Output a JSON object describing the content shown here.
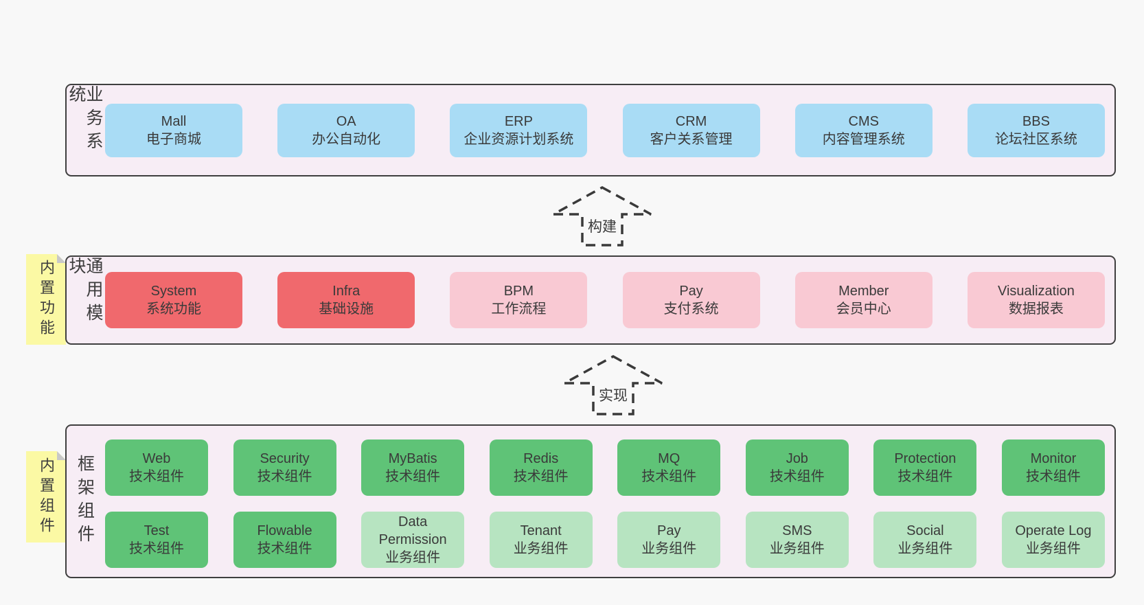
{
  "colors": {
    "page_bg": "#f8f8f8",
    "panel_bg": "#f7edf5",
    "panel_border": "#3f3f3f",
    "blue_box": "#a9dcf5",
    "red_box": "#f0696d",
    "pink_box": "#f9c9d3",
    "green_box": "#5fc377",
    "light_green_box": "#b7e4c1",
    "sticky_yellow": "#fbf9a4",
    "sticky_fold_gray": "#c8c8c8",
    "text": "#3d3d3d"
  },
  "arrows": [
    {
      "label": "构建"
    },
    {
      "label": "实现"
    }
  ],
  "stickies": [
    {
      "label": "内置功能"
    },
    {
      "label": "内置组件"
    }
  ],
  "layers": [
    {
      "label": "业务系统",
      "boxes": [
        {
          "name": "Mall",
          "desc": "电子商城"
        },
        {
          "name": "OA",
          "desc": "办公自动化"
        },
        {
          "name": "ERP",
          "desc": "企业资源计划系统"
        },
        {
          "name": "CRM",
          "desc": "客户关系管理"
        },
        {
          "name": "CMS",
          "desc": "内容管理系统"
        },
        {
          "name": "BBS",
          "desc": "论坛社区系统"
        }
      ]
    },
    {
      "label": "通用模块",
      "boxes": [
        {
          "name": "System",
          "desc": "系统功能"
        },
        {
          "name": "Infra",
          "desc": "基础设施"
        },
        {
          "name": "BPM",
          "desc": "工作流程"
        },
        {
          "name": "Pay",
          "desc": "支付系统"
        },
        {
          "name": "Member",
          "desc": "会员中心"
        },
        {
          "name": "Visualization",
          "desc": "数据报表"
        }
      ]
    },
    {
      "label": "框架组件",
      "rows": [
        [
          {
            "name": "Web",
            "desc": "技术组件"
          },
          {
            "name": "Security",
            "desc": "技术组件"
          },
          {
            "name": "MyBatis",
            "desc": "技术组件"
          },
          {
            "name": "Redis",
            "desc": "技术组件"
          },
          {
            "name": "MQ",
            "desc": "技术组件"
          },
          {
            "name": "Job",
            "desc": "技术组件"
          },
          {
            "name": "Protection",
            "desc": "技术组件"
          },
          {
            "name": "Monitor",
            "desc": "技术组件"
          }
        ],
        [
          {
            "name": "Test",
            "desc": "技术组件"
          },
          {
            "name": "Flowable",
            "desc": "技术组件"
          },
          {
            "name": "Data Permission",
            "desc": "业务组件"
          },
          {
            "name": "Tenant",
            "desc": "业务组件"
          },
          {
            "name": "Pay",
            "desc": "业务组件"
          },
          {
            "name": "SMS",
            "desc": "业务组件"
          },
          {
            "name": "Social",
            "desc": "业务组件"
          },
          {
            "name": "Operate Log",
            "desc": "业务组件"
          }
        ]
      ]
    }
  ]
}
